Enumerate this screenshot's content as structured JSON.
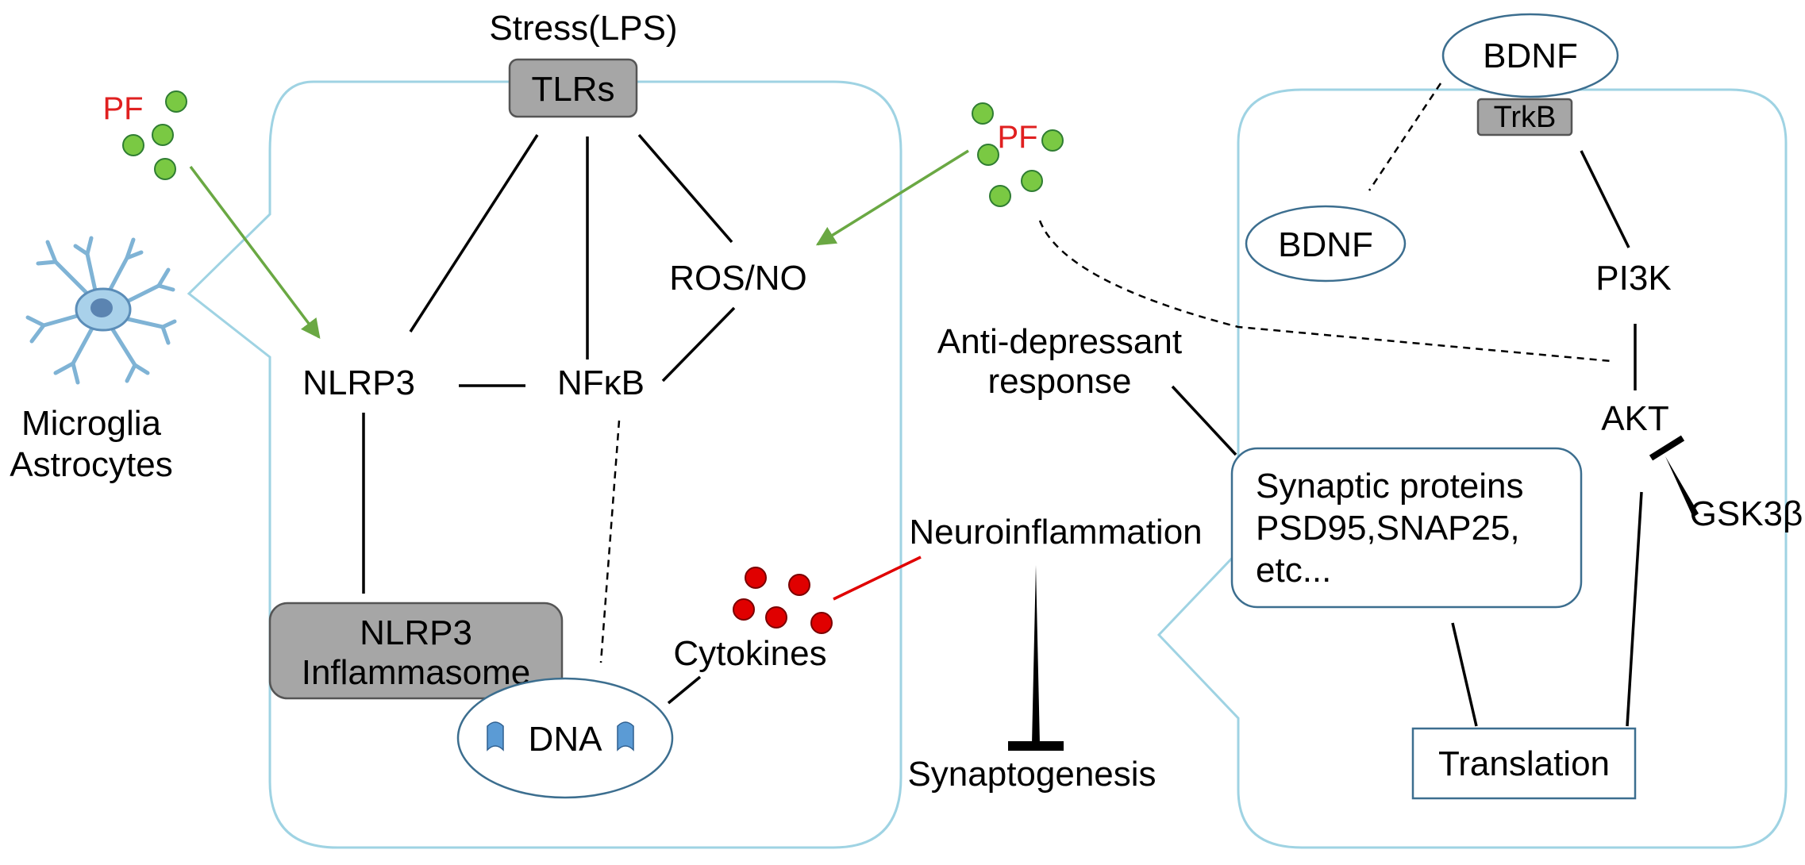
{
  "labels": {
    "stress": "Stress(LPS)",
    "tlrs": "TLRs",
    "pf_left": "PF",
    "pf_mid": "PF",
    "microglia": "Microglia",
    "astrocytes": "Astrocytes",
    "nlrp3": "NLRP3",
    "nfkb": "NFκB",
    "ros_no": "ROS/NO",
    "inflammasome_line1": "NLRP3",
    "inflammasome_line2": "Inflammasome",
    "dna": "DNA",
    "cytokines": "Cytokines",
    "neuroinflammation": "Neuroinflammation",
    "synaptogenesis": "Synaptogenesis",
    "antidep_line1": "Anti-depressant",
    "antidep_line2": "response",
    "bdnf_top": "BDNF",
    "trkb": "TrkB",
    "bdnf_mid": "BDNF",
    "pi3k": "PI3K",
    "akt": "AKT",
    "gsk3b": "GSK3β",
    "synaptic_line1": "Synaptic proteins",
    "synaptic_line2": "PSD95,SNAP25,",
    "synaptic_line3": "etc...",
    "translation": "Translation"
  },
  "colors": {
    "cell_outline": "#9fd3e3",
    "node_fill": "#a6a6a6",
    "pf_text": "#e02020",
    "pf_dot": "#7ac943",
    "pf_arrow": "#6aa843",
    "cytokine_dot": "#e00000",
    "inhibit_line": "#e00000",
    "dna_strand": "#5b9bd5"
  },
  "icons": {
    "glia": "microglia-cell-icon",
    "dna": "dna-strand-icon"
  }
}
